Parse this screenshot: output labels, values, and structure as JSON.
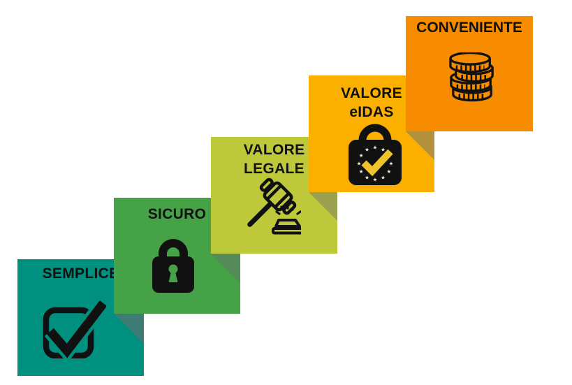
{
  "colors": {
    "bg": "#ffffff",
    "ink": "#111111",
    "teal": "#00907F",
    "green": "#46A247",
    "lime": "#BDC93A",
    "amber": "#FBB000",
    "orange": "#F78C00",
    "shadowTeal": "#3E7B74",
    "shadowGreen": "#578A59",
    "shadowLime": "#99A14E",
    "shadowAmber": "#B3903D",
    "gold": "#EFC32B",
    "star": "#F2ECD4"
  },
  "steps": [
    {
      "label": "SEMPLICE",
      "icon": "checkbox-checked-icon",
      "color": "teal"
    },
    {
      "label": "SICURO",
      "icon": "padlock-icon",
      "color": "green"
    },
    {
      "label": "VALORE\nLEGALE",
      "icon": "gavel-icon",
      "color": "lime"
    },
    {
      "label": "VALORE\neIDAS",
      "icon": "eidas-lock-icon",
      "color": "amber"
    },
    {
      "label": "CONVENIENTE",
      "icon": "coins-stack-icon",
      "color": "orange"
    }
  ]
}
